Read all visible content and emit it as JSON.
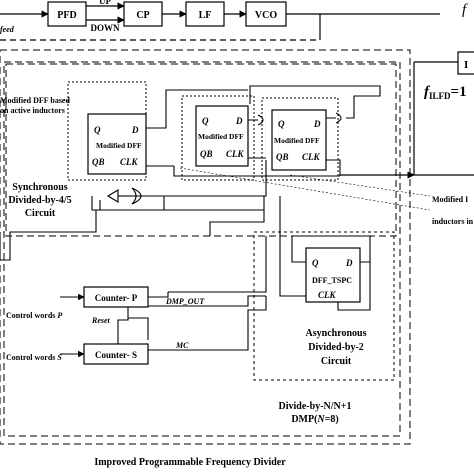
{
  "pll": {
    "pfd": "PFD",
    "cp": "CP",
    "lf": "LF",
    "vco": "VCO",
    "up": "UP",
    "down": "DOWN",
    "feed": "feed",
    "f_out": "f"
  },
  "right": {
    "filfd_f": "f",
    "filfd_sub": "ILFD",
    "filfd_tail": "=1",
    "box_label": "I",
    "modified_note_1": "Modified I",
    "modified_note_2": "inductors in"
  },
  "sync": {
    "note_line1": "Modified DFF based",
    "note_line2": "on active inductors",
    "title_line1": "Synchronous",
    "title_line2": "Divided-by-4/5",
    "title_line3": "Circuit",
    "dff_q": "Q",
    "dff_d": "D",
    "dff_qb": "QB",
    "dff_clk": "CLK",
    "dff_name": "Modified DFF"
  },
  "async": {
    "dff_q": "Q",
    "dff_d": "D",
    "dff_name": "DFF_TSPC",
    "dff_clk": "CLK",
    "title_line1": "Asynchronous",
    "title_line2": "Divided-by-2",
    "title_line3": "Circuit"
  },
  "counters": {
    "counter_p": "Counter- P",
    "counter_s": "Counter- S",
    "control_p_text": "Control words ",
    "control_p_var": "P",
    "control_s_text": "Control words ",
    "control_s_var": "S",
    "reset": "Reset",
    "dmp_out": "DMP_OUT",
    "mc": "MC"
  },
  "dmp": {
    "line1": "Divide-by-N/N+1",
    "line2_a": "DMP(",
    "line2_n": "N",
    "line2_b": "=8)"
  },
  "footer": {
    "title": "Improved Programmable Frequency Divider"
  }
}
